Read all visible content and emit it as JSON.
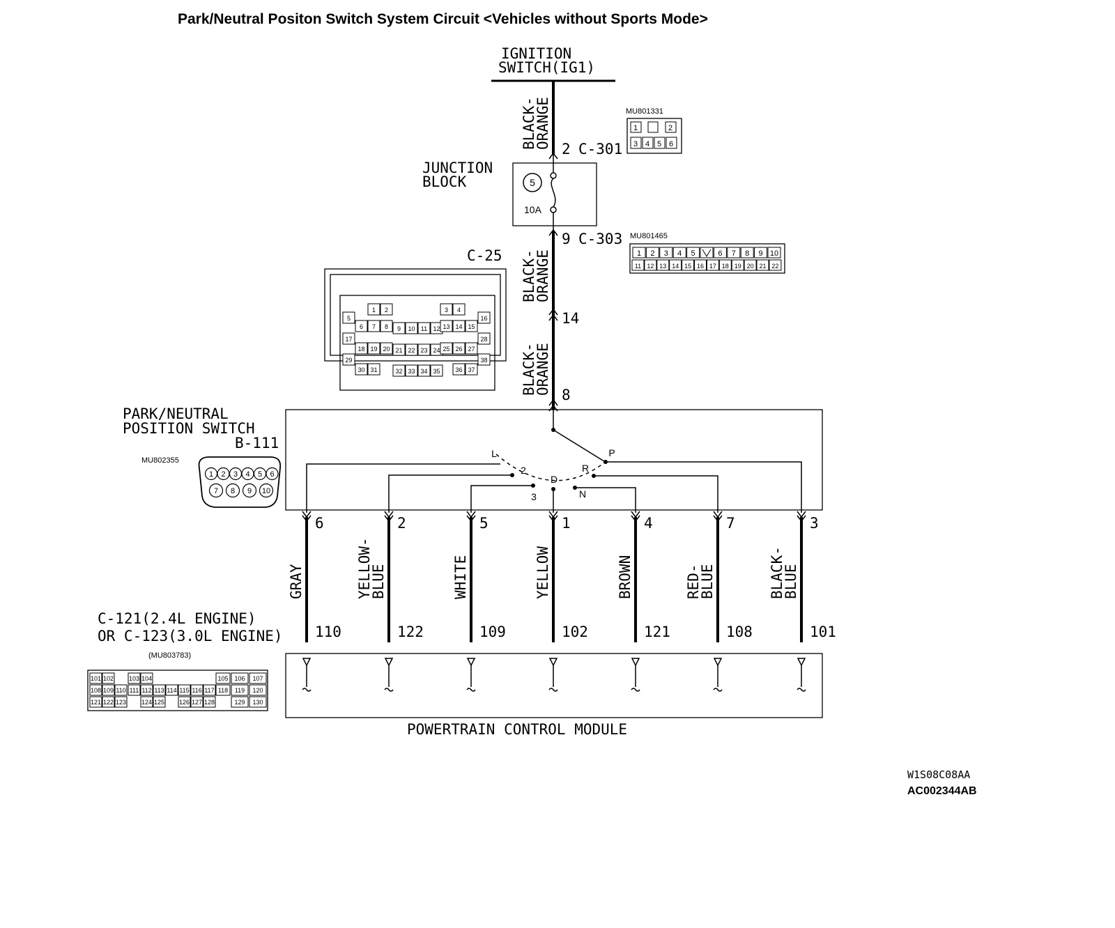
{
  "title": "Park/Neutral Positon Switch System Circuit <Vehicles without Sports Mode>",
  "ignition": {
    "line1": "IGNITION",
    "line2": "SWITCH(IG1)"
  },
  "junction_block": {
    "line1": "JUNCTION",
    "line2": "BLOCK",
    "fuse_number": "5",
    "fuse_rating": "10A"
  },
  "connectors": {
    "c301": {
      "pin": "2",
      "name": "C-301",
      "part": "MU801331",
      "pins_top": [
        "1",
        "",
        "2"
      ],
      "pins_bottom": [
        "3",
        "4",
        "5",
        "6"
      ]
    },
    "c303": {
      "pin": "9",
      "name": "C-303",
      "part": "MU801465",
      "pins_top": [
        "1",
        "2",
        "3",
        "4",
        "5",
        "",
        "6",
        "7",
        "8",
        "9",
        "10"
      ],
      "pins_bottom": [
        "11",
        "12",
        "13",
        "14",
        "15",
        "16",
        "17",
        "18",
        "19",
        "20",
        "21",
        "22"
      ]
    },
    "c25": {
      "name": "C-25",
      "pin": "14",
      "pins": [
        "1",
        "2",
        "3",
        "4",
        "5",
        "6",
        "7",
        "8",
        "9",
        "10",
        "11",
        "12",
        "13",
        "14",
        "15",
        "16",
        "17",
        "18",
        "19",
        "20",
        "21",
        "22",
        "23",
        "24",
        "25",
        "26",
        "27",
        "28",
        "29",
        "30",
        "31",
        "32",
        "33",
        "34",
        "35",
        "36",
        "37",
        "38"
      ]
    },
    "b111": {
      "line1": "PARK/NEUTRAL",
      "line2": "POSITION SWITCH",
      "name": "B-111",
      "part": "MU802355",
      "pin": "8",
      "pins_top": [
        "1",
        "2",
        "3",
        "4",
        "5",
        "6"
      ],
      "pins_bottom": [
        "7",
        "8",
        "9",
        "10"
      ]
    },
    "pcm": {
      "line1": "C-121(2.4L ENGINE)",
      "line2": "OR C-123(3.0L ENGINE)",
      "part": "(MU803783)",
      "rows": [
        [
          "101",
          "102",
          "",
          "103",
          "104",
          "",
          "",
          "",
          "",
          "",
          "105",
          "106",
          "107"
        ],
        [
          "108",
          "109",
          "110",
          "111",
          "112",
          "113",
          "114",
          "115",
          "116",
          "117",
          "118",
          "119",
          "120"
        ],
        [
          "121",
          "122",
          "123",
          "",
          "124",
          "125",
          "",
          "126",
          "127",
          "128",
          "",
          "129",
          "130"
        ]
      ]
    }
  },
  "wire_colors": {
    "upper1": [
      "BLACK-",
      "ORANGE"
    ],
    "upper2": [
      "BLACK-",
      "ORANGE"
    ],
    "upper3": [
      "BLACK-",
      "ORANGE"
    ]
  },
  "switch_positions": {
    "L": "L",
    "two": "2",
    "three": "3",
    "D": "D",
    "N": "N",
    "R": "R",
    "P": "P"
  },
  "output_wires": [
    {
      "switch_pin": "6",
      "color": [
        "GRAY"
      ],
      "pcm_pin": "110"
    },
    {
      "switch_pin": "2",
      "color": [
        "YELLOW-",
        "BLUE"
      ],
      "pcm_pin": "122"
    },
    {
      "switch_pin": "5",
      "color": [
        "WHITE"
      ],
      "pcm_pin": "109"
    },
    {
      "switch_pin": "1",
      "color": [
        "YELLOW"
      ],
      "pcm_pin": "102"
    },
    {
      "switch_pin": "4",
      "color": [
        "BROWN"
      ],
      "pcm_pin": "121"
    },
    {
      "switch_pin": "7",
      "color": [
        "RED-",
        "BLUE"
      ],
      "pcm_pin": "108"
    },
    {
      "switch_pin": "3",
      "color": [
        "BLACK-",
        "BLUE"
      ],
      "pcm_pin": "101"
    }
  ],
  "pcm_label": "POWERTRAIN CONTROL MODULE",
  "figure_codes": {
    "code1": "W1S08C08AA",
    "code2": "AC002344AB"
  }
}
